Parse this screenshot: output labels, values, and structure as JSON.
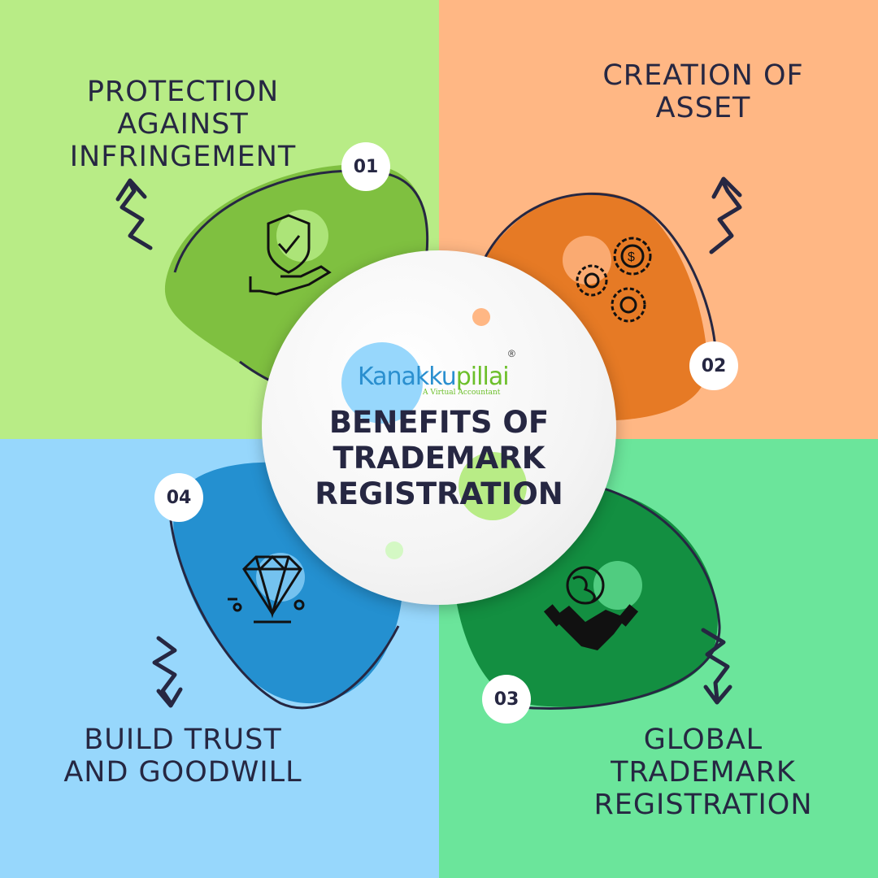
{
  "title": "BENEFITS OF TRADEMARK REGISTRATION",
  "logo": {
    "name_part1": "Kanakku",
    "name_part2": "pillai",
    "tagline": "A Virtual Accountant",
    "registered": "®"
  },
  "benefits": [
    {
      "number": "01",
      "label": "PROTECTION AGAINST INFRINGEMENT",
      "icon": "shield-hand-icon",
      "color": "#7fc040"
    },
    {
      "number": "02",
      "label": "CREATION OF ASSET",
      "icon": "gears-dollar-icon",
      "color": "#e67a25"
    },
    {
      "number": "03",
      "label": "GLOBAL TRADEMARK REGISTRATION",
      "icon": "globe-handshake-icon",
      "color": "#138f41"
    },
    {
      "number": "04",
      "label": "BUILD TRUST AND GOODWILL",
      "icon": "diamond-icon",
      "color": "#2490d0"
    }
  ],
  "colors": {
    "q1": "#b8ec86",
    "q2": "#ffb784",
    "q3": "#6be59b",
    "q4": "#97d7fc",
    "text": "#262742"
  }
}
